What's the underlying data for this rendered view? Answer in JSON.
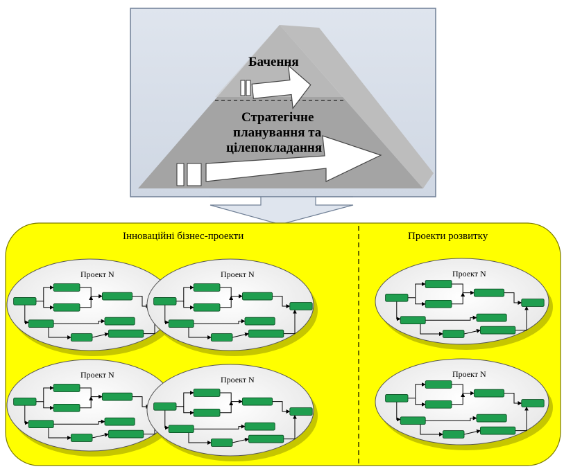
{
  "pyramid": {
    "top_label": "Бачення",
    "bottom_label_lines": [
      "Стратегічне",
      "планування та",
      "цілепокладання"
    ]
  },
  "sections": {
    "left_title": "Інноваційні бізнес-проекти",
    "right_title": "Проекти розвитку"
  },
  "projects": [
    {
      "title": "Проект N"
    },
    {
      "title": "Проект N"
    },
    {
      "title": "Проект N"
    },
    {
      "title": "Проект N"
    },
    {
      "title": "Проект N"
    },
    {
      "title": "Проект N"
    }
  ],
  "colors": {
    "panel_fill": "#d4dbe6",
    "pyramid_fill": "#9a9a9a",
    "pyramid_light": "#c9c9c9",
    "yellow": "#ffff00",
    "task_green": "#1f9e4f"
  }
}
